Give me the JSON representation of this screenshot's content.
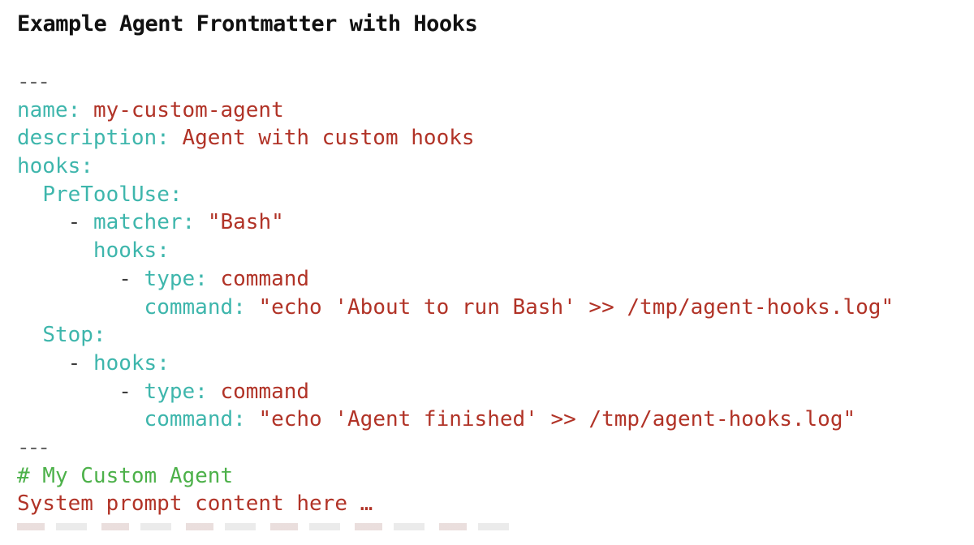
{
  "title": "Example Agent Frontmatter with Hooks",
  "colors": {
    "background": "#ffffff",
    "title_text": "#111111",
    "yaml_key": "#3eb6ac",
    "yaml_value": "#b13327",
    "frontmatter_delimiter": "#666666",
    "list_dash": "#3d3d3d",
    "markdown_heading": "#4db14a"
  },
  "code": {
    "language": "yaml-frontmatter",
    "lines": [
      {
        "segments": [
          {
            "text": "---",
            "type": "delimiter"
          }
        ]
      },
      {
        "segments": [
          {
            "text": "name:",
            "type": "key"
          },
          {
            "text": " ",
            "type": "plain"
          },
          {
            "text": "my-custom-agent",
            "type": "value"
          }
        ]
      },
      {
        "segments": [
          {
            "text": "description:",
            "type": "key"
          },
          {
            "text": " ",
            "type": "plain"
          },
          {
            "text": "Agent with custom hooks",
            "type": "value"
          }
        ]
      },
      {
        "segments": [
          {
            "text": "hooks:",
            "type": "key"
          }
        ]
      },
      {
        "segments": [
          {
            "text": "  ",
            "type": "plain"
          },
          {
            "text": "PreToolUse:",
            "type": "key"
          }
        ]
      },
      {
        "segments": [
          {
            "text": "    ",
            "type": "plain"
          },
          {
            "text": "- ",
            "type": "punctuation"
          },
          {
            "text": "matcher:",
            "type": "key"
          },
          {
            "text": " ",
            "type": "plain"
          },
          {
            "text": "\"Bash\"",
            "type": "value"
          }
        ]
      },
      {
        "segments": [
          {
            "text": "      ",
            "type": "plain"
          },
          {
            "text": "hooks:",
            "type": "key"
          }
        ]
      },
      {
        "segments": [
          {
            "text": "        ",
            "type": "plain"
          },
          {
            "text": "- ",
            "type": "punctuation"
          },
          {
            "text": "type:",
            "type": "key"
          },
          {
            "text": " ",
            "type": "plain"
          },
          {
            "text": "command",
            "type": "value"
          }
        ]
      },
      {
        "segments": [
          {
            "text": "          ",
            "type": "plain"
          },
          {
            "text": "command:",
            "type": "key"
          },
          {
            "text": " ",
            "type": "plain"
          },
          {
            "text": "\"echo 'About to run Bash' >> /tmp/agent-hooks.log\"",
            "type": "value"
          }
        ]
      },
      {
        "segments": [
          {
            "text": "  ",
            "type": "plain"
          },
          {
            "text": "Stop:",
            "type": "key"
          }
        ]
      },
      {
        "segments": [
          {
            "text": "    ",
            "type": "plain"
          },
          {
            "text": "- ",
            "type": "punctuation"
          },
          {
            "text": "hooks:",
            "type": "key"
          }
        ]
      },
      {
        "segments": [
          {
            "text": "        ",
            "type": "plain"
          },
          {
            "text": "- ",
            "type": "punctuation"
          },
          {
            "text": "type:",
            "type": "key"
          },
          {
            "text": " ",
            "type": "plain"
          },
          {
            "text": "command",
            "type": "value"
          }
        ]
      },
      {
        "segments": [
          {
            "text": "          ",
            "type": "plain"
          },
          {
            "text": "command:",
            "type": "key"
          },
          {
            "text": " ",
            "type": "plain"
          },
          {
            "text": "\"echo 'Agent finished' >> /tmp/agent-hooks.log\"",
            "type": "value"
          }
        ]
      },
      {
        "segments": [
          {
            "text": "---",
            "type": "delimiter"
          }
        ]
      },
      {
        "segments": [
          {
            "text": "# My Custom Agent",
            "type": "heading"
          }
        ]
      },
      {
        "segments": [
          {
            "text": "System prompt content here …",
            "type": "value"
          }
        ]
      }
    ]
  }
}
